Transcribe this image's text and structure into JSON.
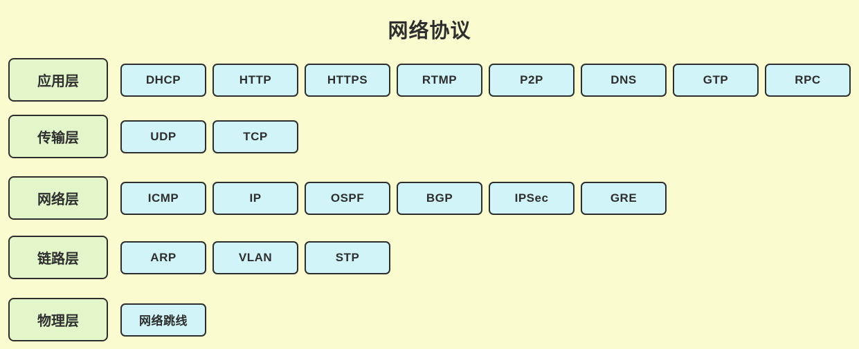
{
  "title": "网络协议",
  "colors": {
    "background": "#fbfbd0",
    "layer_fill": "#e2f6ca",
    "protocol_fill": "#d0f4f7",
    "border": "#2d2d2d",
    "text": "#2e2e2e"
  },
  "layers": [
    {
      "name": "应用层",
      "protocols": [
        "DHCP",
        "HTTP",
        "HTTPS",
        "RTMP",
        "P2P",
        "DNS",
        "GTP",
        "RPC"
      ]
    },
    {
      "name": "传输层",
      "protocols": [
        "UDP",
        "TCP"
      ]
    },
    {
      "name": "网络层",
      "protocols": [
        "ICMP",
        "IP",
        "OSPF",
        "BGP",
        "IPSec",
        "GRE"
      ]
    },
    {
      "name": "链路层",
      "protocols": [
        "ARP",
        "VLAN",
        "STP"
      ]
    },
    {
      "name": "物理层",
      "protocols": [
        "网络跳线"
      ]
    }
  ]
}
